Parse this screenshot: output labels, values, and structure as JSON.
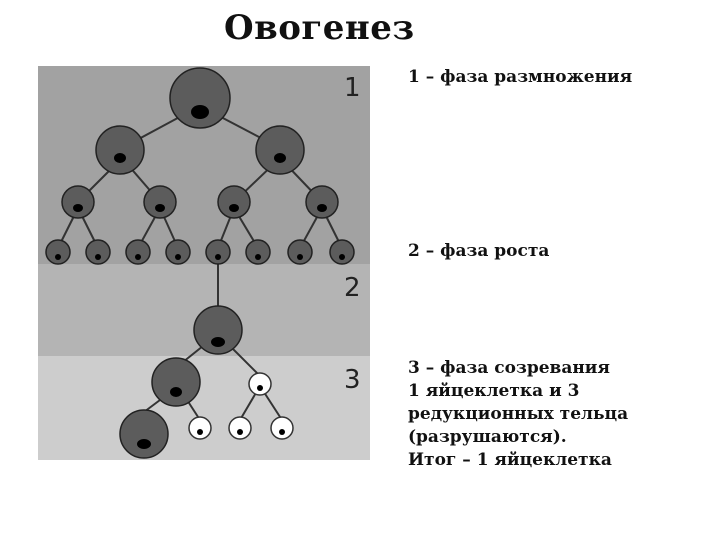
{
  "title": "Овогенез",
  "phases": [
    {
      "number": "1",
      "caption": [
        "1 – фаза размножения"
      ]
    },
    {
      "number": "2",
      "caption": [
        "2 – фаза роста"
      ]
    },
    {
      "number": "3",
      "caption": [
        "3 – фаза созревания",
        "1 яйцеклетка и 3",
        "редукционных тельца",
        "(разрушаются).",
        "Итог – 1 яйцеклетка"
      ]
    }
  ],
  "colors": {
    "phase1_band": "#a2a2a2",
    "phase2_band": "#b4b4b4",
    "phase3_band": "#cdcdcd",
    "cell_fill": "#5c5c5c",
    "polar_body_fill": "#ffffff",
    "nucleus": "#000000"
  }
}
